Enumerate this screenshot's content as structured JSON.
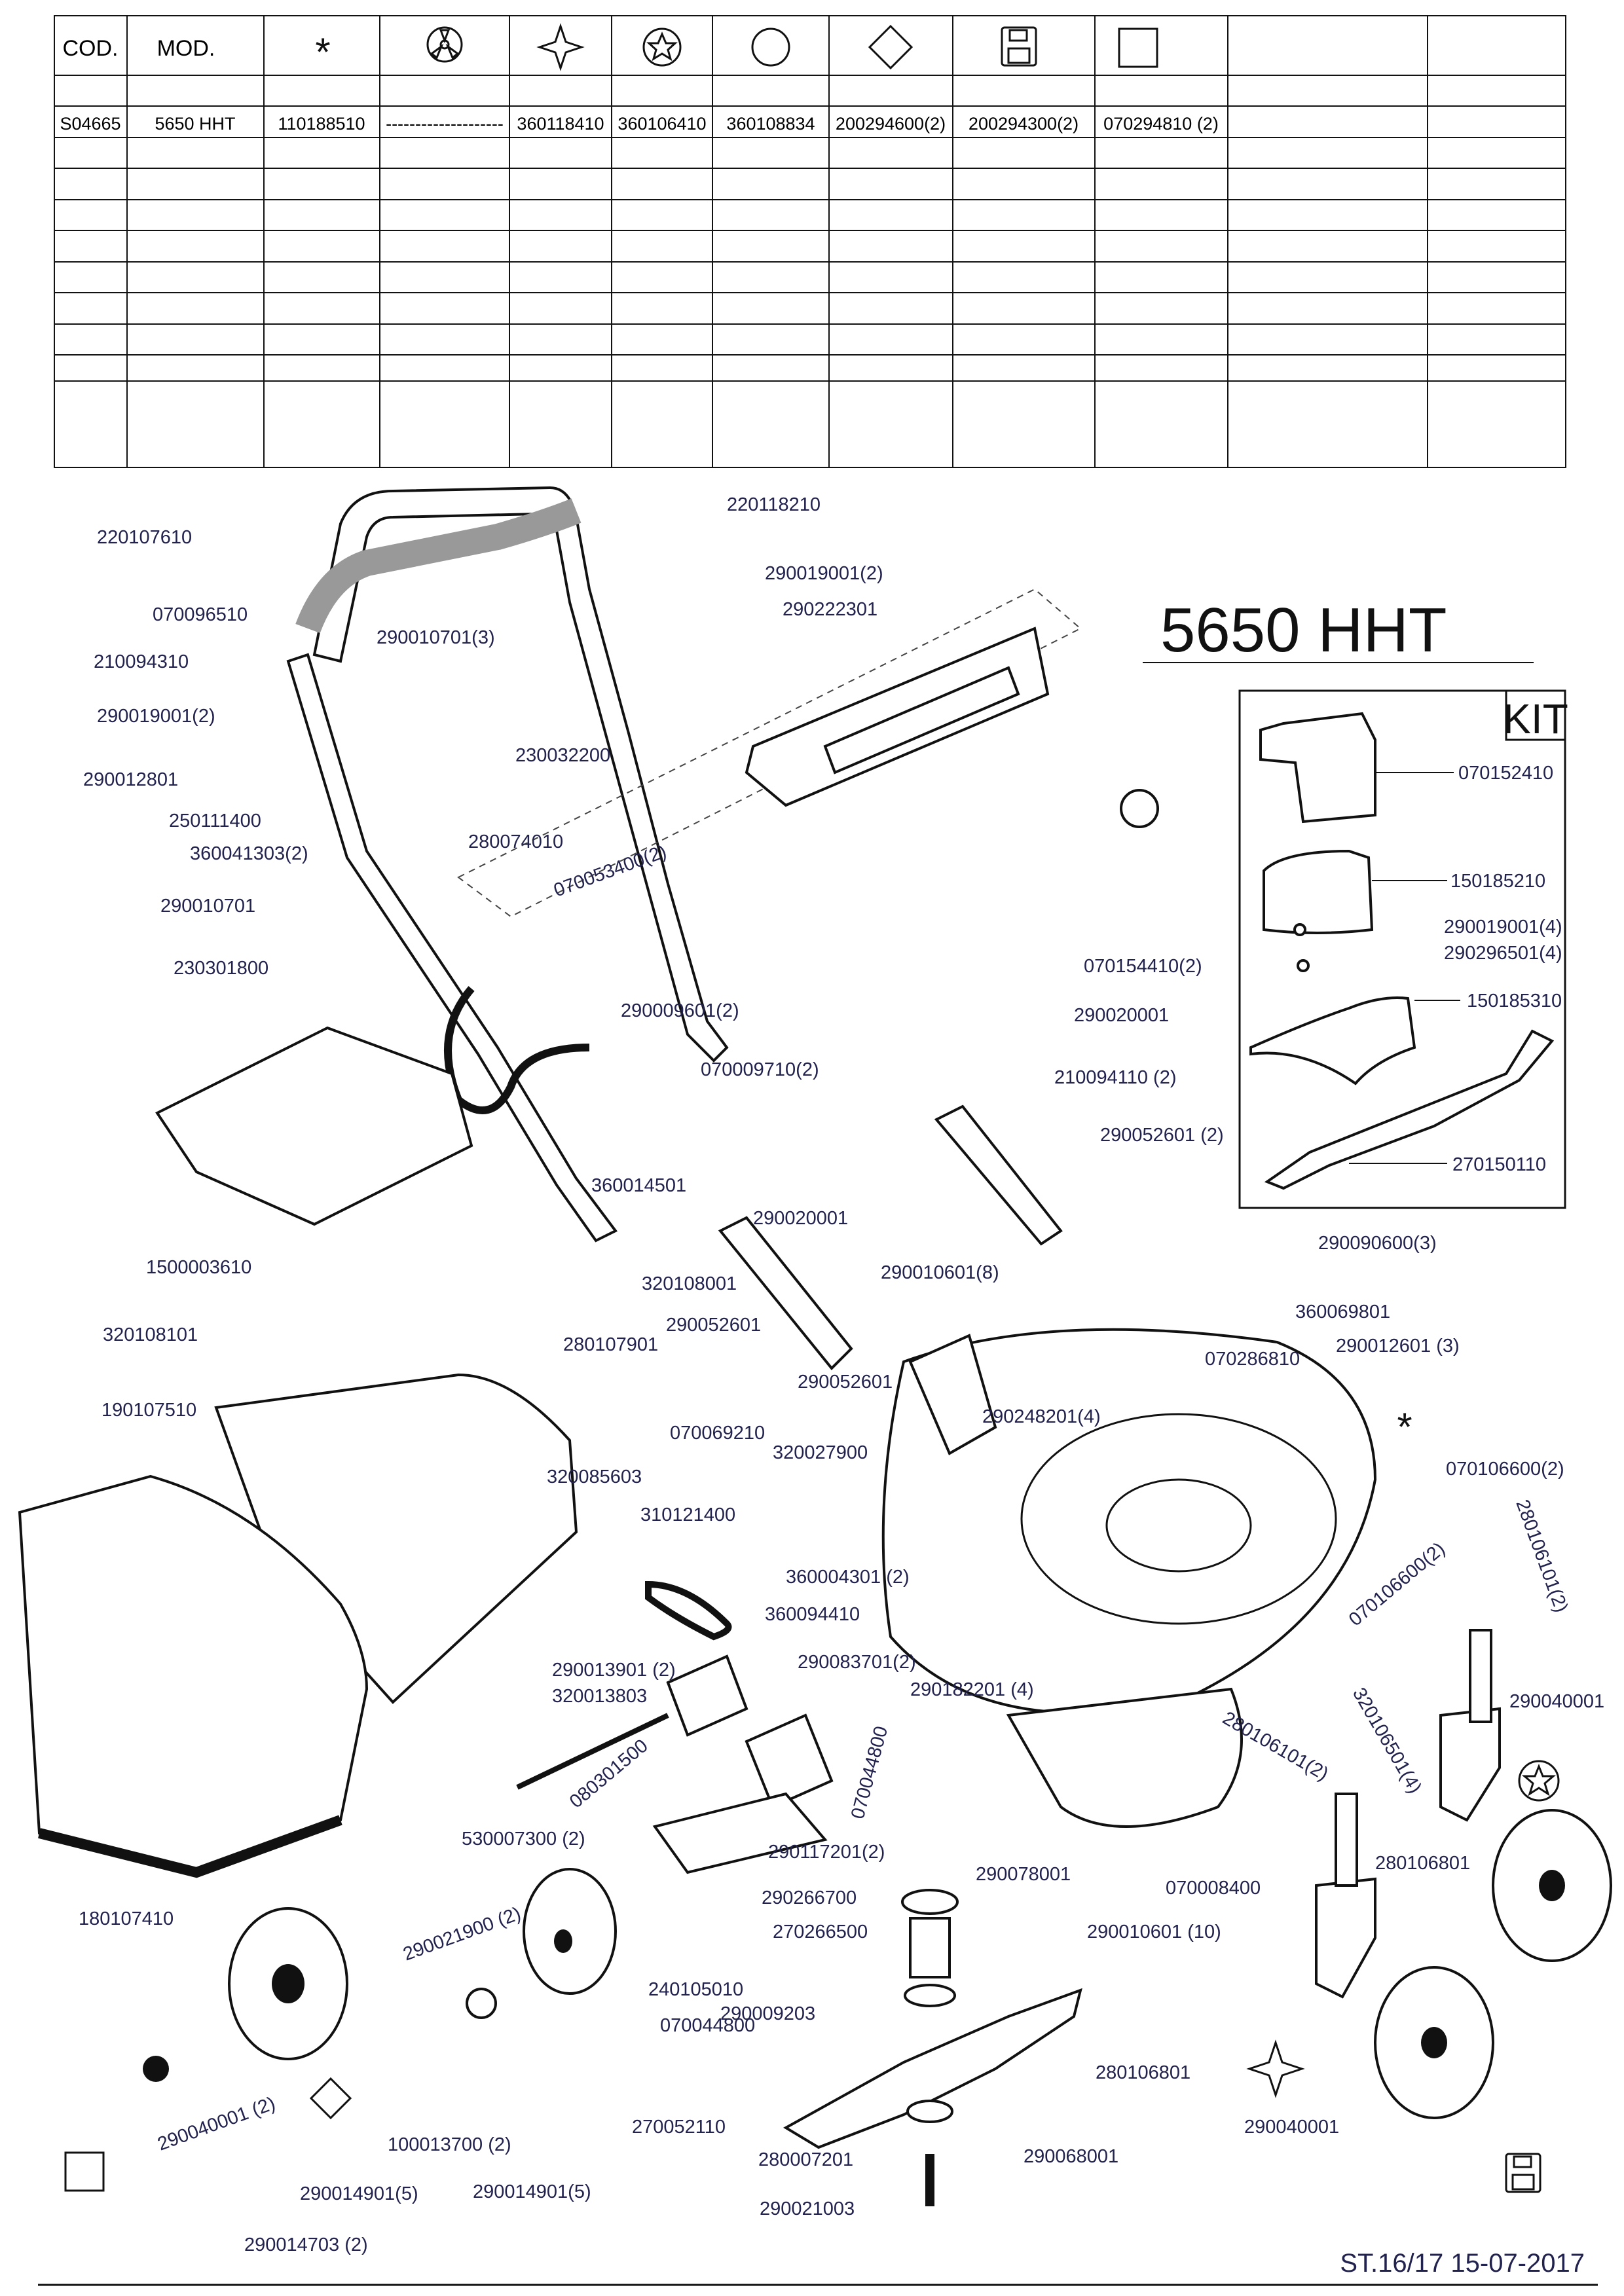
{
  "table": {
    "headers": [
      "COD.",
      "MOD."
    ],
    "symbol_icons": [
      "asterisk-icon",
      "triskelion-icon",
      "four-point-star-icon",
      "star-circle-icon",
      "circle-icon",
      "diamond-icon",
      "floppy-disk-icon",
      "square-icon"
    ],
    "row": [
      "S04665",
      "5650 HHT",
      "110188510",
      "--------------------",
      "360118410",
      "360106410",
      "360108834",
      "200294600(2)",
      "200294300(2)",
      "070294810 (2)",
      "",
      ""
    ]
  },
  "title": "5650 HHT",
  "kit": {
    "label": "KIT",
    "parts": [
      "070152410",
      "150185210",
      "290019001(4)",
      "290296501(4)",
      "150185310",
      "270150110"
    ]
  },
  "labels": [
    "220107610",
    "220118210",
    "290019001(2)",
    "290222301",
    "070096510",
    "290010701(3)",
    "210094310",
    "290019001(2)",
    "230032200",
    "290012801",
    "250111400",
    "280074010",
    "360041303(2)",
    "070053400(2)",
    "290010701",
    "230301800",
    "070154410(2)",
    "290009601(2)",
    "290020001",
    "070009710(2)",
    "210094110 (2)",
    "1500003610",
    "360014501",
    "290020001",
    "290052601 (2)",
    "320108001",
    "290010601(8)",
    "290090600(3)",
    "290052601",
    "360069801",
    "320108101",
    "280107901",
    "290052601",
    "290012601 (3)",
    "070286810",
    "190107510",
    "290248201(4)",
    "070069210",
    "320027900",
    "070106600(2)",
    "320085603",
    "280106101(2)",
    "310121400",
    "360004301 (2)",
    "360094410",
    "070106600(2)",
    "290040001",
    "290013901 (2)",
    "290083701(2)",
    "320013803",
    "290182201 (4)",
    "280106101(2)",
    "320106501(4)",
    "080301500",
    "070044800",
    "280106801",
    "530007300 (2)",
    "290117201(2)",
    "290078001",
    "290266700",
    "070008400",
    "290021900 (2)",
    "270266500",
    "290010601 (10)",
    "180107410",
    "240105010",
    "290009203",
    "070044800",
    "280106801",
    "290040001 (2)",
    "270052110",
    "290040001",
    "100013700 (2)",
    "280007201",
    "290068001",
    "290014901(5)",
    "290014901(5)",
    "290021003",
    "290014703 (2)"
  ],
  "footer": "ST.16/17  15-07-2017"
}
